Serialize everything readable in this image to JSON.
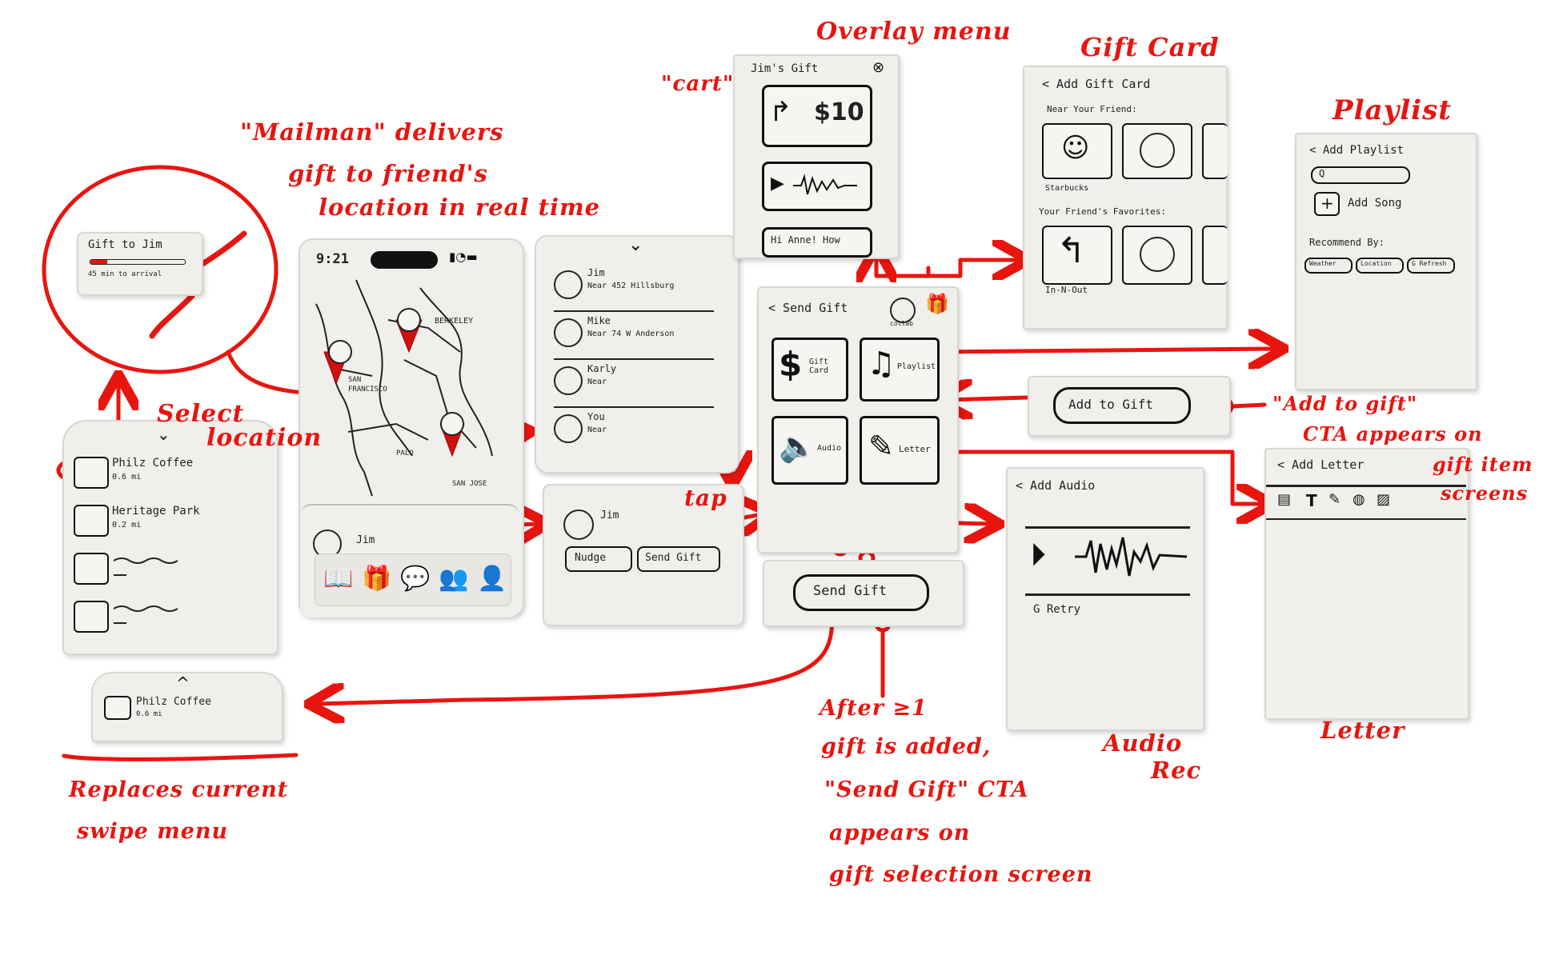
{
  "annotations": {
    "overlay_menu": "Overlay menu",
    "cart": "\"cart\"",
    "gift_card_title": "Gift Card",
    "playlist_title": "Playlist",
    "mailman_1": "\"Mailman\" delivers",
    "mailman_2": "gift to friend's",
    "mailman_3": "location in real time",
    "select_1": "Select",
    "select_2": "location",
    "tap": "tap",
    "add_to_gift_note_1": "\"Add to gift\"",
    "add_to_gift_note_2": "CTA appears on",
    "add_to_gift_note_3": "gift item",
    "add_to_gift_note_4": "screens",
    "after_1": "After ≥1",
    "after_2": "gift is added,",
    "after_3": "\"Send Gift\" CTA",
    "after_4": "appears on",
    "after_5": "gift selection screen",
    "audio_rec_1": "Audio",
    "audio_rec_2": "Rec",
    "letter_label": "Letter",
    "replaces_1": "Replaces current",
    "replaces_2": "swipe menu"
  },
  "tracker": {
    "title": "Gift to Jim",
    "eta": "45 min to arrival"
  },
  "locations": {
    "items": [
      {
        "name": "Philz Coffee",
        "dist": "0.6 mi"
      },
      {
        "name": "Heritage Park",
        "dist": "0.2 mi"
      }
    ]
  },
  "collapsed_menu": {
    "name": "Philz Coffee",
    "dist": "0.6 mi"
  },
  "map_phone": {
    "time": "9:21",
    "places": [
      "BERKELEY",
      "SAN",
      "FRANCISCO",
      "PALO",
      "SAN JOSE"
    ],
    "sheet_name": "Jim",
    "nav_icons": [
      "book-icon",
      "gift-icon",
      "chat-icon",
      "friends-icon",
      "profile-icon"
    ]
  },
  "friends": {
    "items": [
      {
        "name": "Jim",
        "near": "Near 452 Hillsburg"
      },
      {
        "name": "Mike",
        "near": "Near 74 W Anderson"
      },
      {
        "name": "Karly",
        "near": "Near"
      },
      {
        "name": "You",
        "near": "Near"
      }
    ]
  },
  "friend_card": {
    "name": "Jim",
    "nudge": "Nudge",
    "send_gift": "Send Gift"
  },
  "send_gift_screen": {
    "back": "< Send Gift",
    "collab": "collab",
    "tiles": [
      "Gift Card",
      "Playlist",
      "Audio",
      "Letter"
    ],
    "cta": "Send Gift"
  },
  "overlay": {
    "title": "Jim's Gift",
    "close": "⊗",
    "amount": "$10",
    "message": "Hi Anne! How"
  },
  "gift_card_screen": {
    "back": "< Add Gift Card",
    "near": "Near Your Friend:",
    "starbucks": "Starbucks",
    "favorites": "Your Friend's Favorites:",
    "in_n_out": "In-N-Out"
  },
  "playlist_screen": {
    "back": "< Add Playlist",
    "search": "Q",
    "add_song": "Add Song",
    "recommend": "Recommend By:",
    "chips": [
      "Weather",
      "Location",
      "G Refresh"
    ]
  },
  "add_to_gift_cta": {
    "label": "Add to Gift"
  },
  "audio_screen": {
    "back": "< Add Audio",
    "retry": "G Retry"
  },
  "letter_screen": {
    "back": "< Add Letter"
  },
  "colors": {
    "annotation": "#e8150f",
    "paper": "#f1efec",
    "ink": "#111111"
  }
}
